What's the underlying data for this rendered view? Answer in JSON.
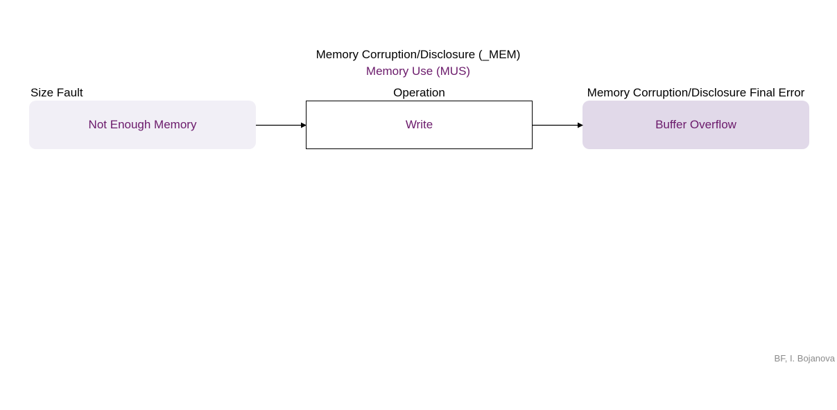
{
  "colors": {
    "accent_purple": "#6b1a6b",
    "footer_gray": "#8a8a8a",
    "left_box_fill": "#f1eff6",
    "right_box_fill": "#e1d9e9",
    "arrow": "#000000"
  },
  "header": {
    "title": "Memory Corruption/Disclosure (_MEM)",
    "subtitle": "Memory Use (MUS)"
  },
  "columns": {
    "left": {
      "label": "Size Fault",
      "box_text": "Not Enough Memory"
    },
    "middle": {
      "label": "Operation",
      "box_text": "Write"
    },
    "right": {
      "label": "Memory Corruption/Disclosure Final Error",
      "box_text": "Buffer Overflow"
    }
  },
  "footer": {
    "credit": "BF, I. Bojanova"
  }
}
